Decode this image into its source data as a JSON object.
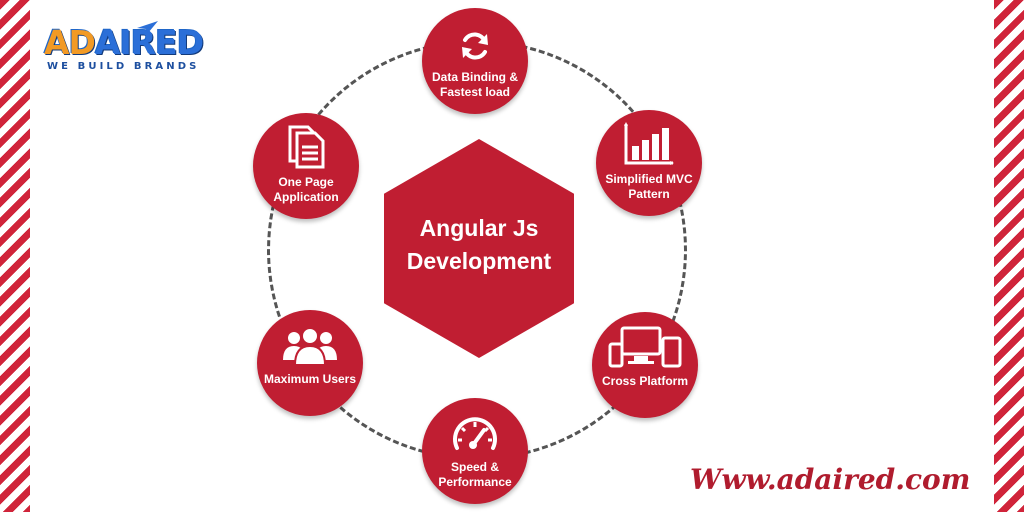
{
  "logo": {
    "word_part1": "AD",
    "word_part2": "AIRED",
    "tagline": "WE BUILD BRANDS",
    "colors": {
      "orange": "#f29a25",
      "blue": "#2b6fd8"
    }
  },
  "center": {
    "line1": "Angular Js",
    "line2": "Development"
  },
  "features": {
    "data_binding": {
      "label": "Data Binding & Fastest load",
      "icon": "sync-arrows-icon"
    },
    "mvc": {
      "label": "Simplified MVC Pattern",
      "icon": "bar-chart-icon"
    },
    "cross_platform": {
      "label": "Cross Platform",
      "icon": "devices-icon"
    },
    "speed": {
      "label": "Speed & Performance",
      "icon": "speedometer-icon"
    },
    "users": {
      "label": "Maximum Users",
      "icon": "users-group-icon"
    },
    "one_page": {
      "label": "One Page Application",
      "icon": "document-icon"
    }
  },
  "website": "Www.adaired.com",
  "colors": {
    "brand_red": "#c01e32",
    "stripe_red": "#d0243a",
    "ring": "#555555"
  }
}
